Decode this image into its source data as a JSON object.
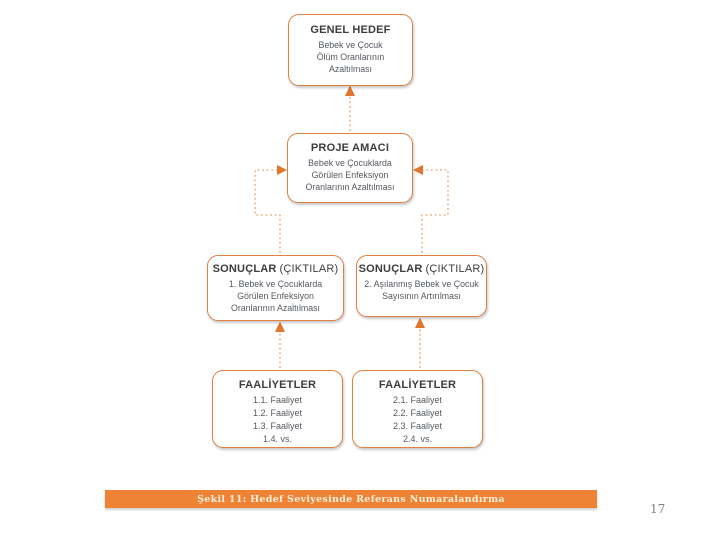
{
  "colors": {
    "box_border": "#df8142",
    "arrow": "#e1772e",
    "dotted": "#e2965b",
    "title_text": "#3d3d3d",
    "body_text": "#54595f",
    "caption_bg": "#ee8336",
    "caption_text": "#fcf0dc",
    "page_num": "#808080"
  },
  "diagram": {
    "genel_hedef": {
      "title": "GENEL HEDEF",
      "body_lines": [
        "Bebek ve Çocuk",
        "Ölüm Oranlarının",
        "Azaltılması"
      ]
    },
    "proje_amaci": {
      "title": "PROJE AMACI",
      "body_lines": [
        "Bebek ve Çocuklarda",
        "Görülen Enfeksiyon",
        "Oranlarının Azaltılması"
      ]
    },
    "sonuclar_left": {
      "title": "SONUÇLAR",
      "title_suffix": "(ÇIKTILAR)",
      "body_lines": [
        "1. Bebek ve Çocuklarda",
        "Görülen Enfeksiyon",
        "Oranlarının Azaltılması"
      ]
    },
    "sonuclar_right": {
      "title": "SONUÇLAR",
      "title_suffix": "(ÇIKTILAR)",
      "body_lines": [
        "2. Aşılanmış Bebek ve Çocuk",
        "Sayısının Artırılması"
      ]
    },
    "faaliyetler_left": {
      "title": "FAALİYETLER",
      "items": [
        "1.1. Faaliyet",
        "1.2. Faaliyet",
        "1.3. Faaliyet",
        "1.4. vs."
      ]
    },
    "faaliyetler_right": {
      "title": "FAALİYETLER",
      "items": [
        "2.1. Faaliyet",
        "2.2. Faaliyet",
        "2.3. Faaliyet",
        "2.4. vs."
      ]
    }
  },
  "caption": {
    "text": "Şekil 11: Hedef Seviyesinde Referans Numaralandırma"
  },
  "page": {
    "number": "17"
  }
}
